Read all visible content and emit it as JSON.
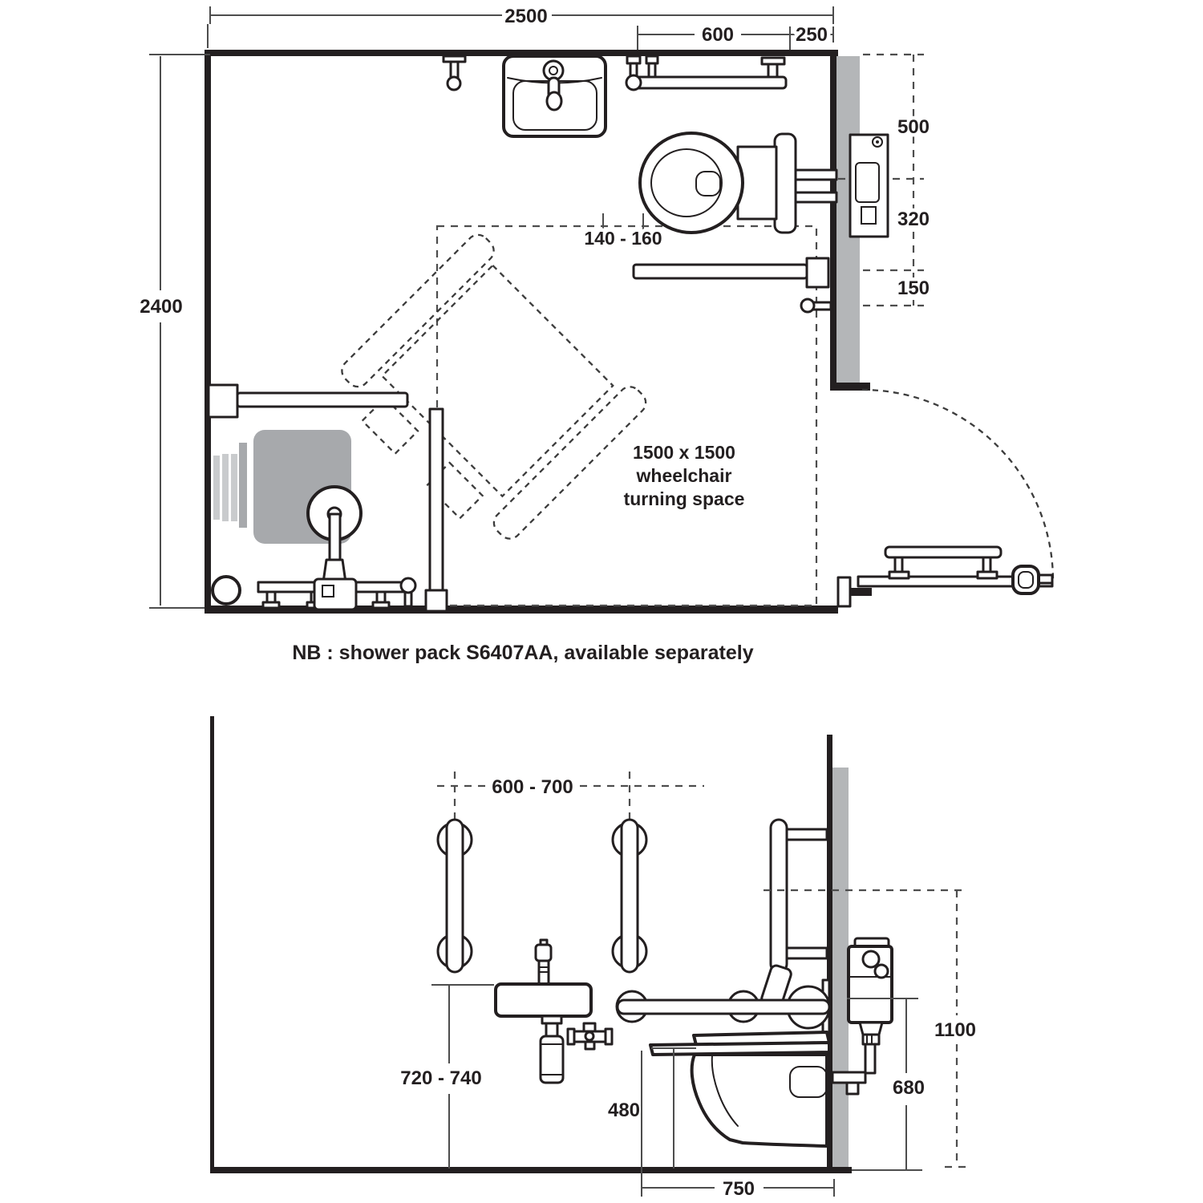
{
  "colors": {
    "ink": "#231f20",
    "wall_gray": "#b4b6b8",
    "seat_gray": "#a7a9ac",
    "light_gray": "#c9cbcd"
  },
  "plan": {
    "dim_overall_width": "2500",
    "dim_rail_length": "600",
    "dim_rail_to_corner": "250",
    "dim_overall_depth": "2400",
    "dim_wall_to_wc_axis": "500",
    "dim_wc_axis_to_rail": "320",
    "dim_rail_to_hook": "150",
    "dim_basin_to_wc": "140 - 160",
    "turning_space": {
      "line1": "1500 x 1500",
      "line2": "wheelchair",
      "line3": "turning space"
    }
  },
  "note": "NB : shower pack S6407AA, available separately",
  "elevation": {
    "dim_rail_spacing": "600 - 700",
    "dim_basin_rim_height": "720 - 740",
    "dim_wc_seat_height": "480",
    "dim_wc_projection": "750",
    "dim_cistern_height": "1100",
    "dim_rail_height": "680"
  }
}
